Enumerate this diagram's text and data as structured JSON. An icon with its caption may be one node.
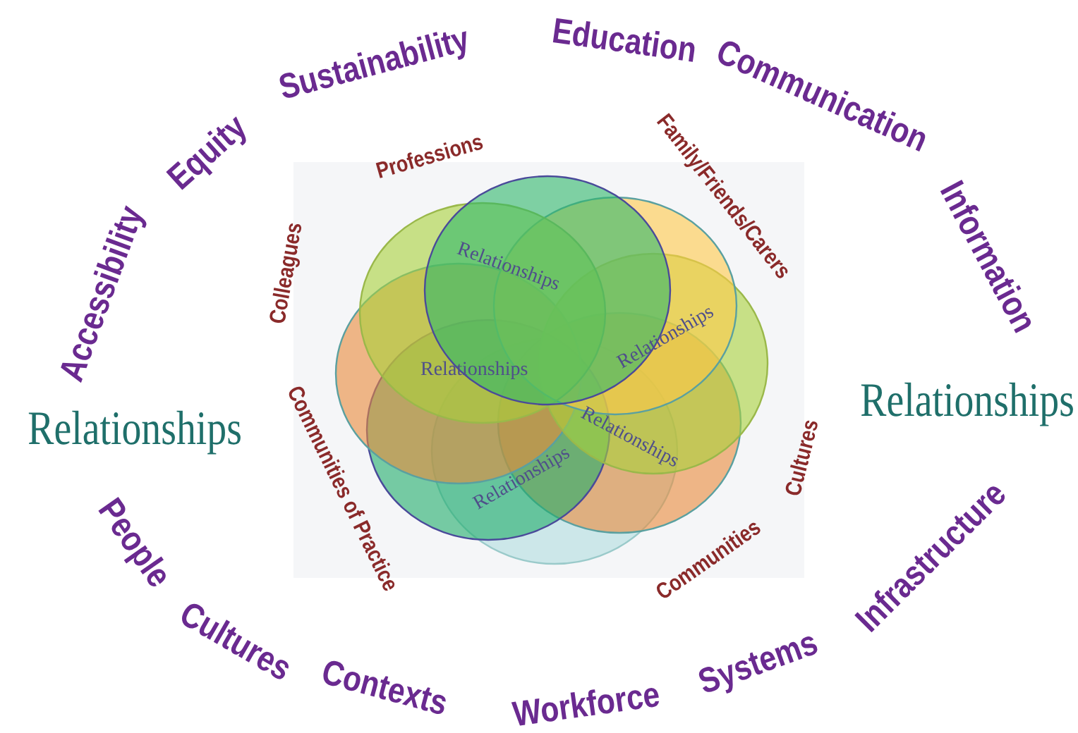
{
  "diagram": {
    "nodes": [
      {
        "text": [],
        "shape": "circle"
      },
      {
        "text": [],
        "shape": "circle"
      },
      {
        "text": [],
        "shape": "circle"
      },
      {
        "text": [],
        "shape": "circle"
      },
      {
        "text": [],
        "shape": "circle"
      },
      {
        "text": [],
        "shape": "circle"
      },
      {
        "text": [],
        "shape": "circle"
      },
      {
        "text": [],
        "shape": "circle"
      }
    ],
    "edges": [],
    "labels": [
      "Sustainability",
      "Education",
      "Communication",
      "Equity",
      "Professions",
      "Family/Friends/Carers",
      "Accessibility",
      "Information",
      "Colleagues",
      "Relationships",
      "Relationships",
      "Relationships",
      "Relationships",
      "Relationships",
      "Relationships",
      "Relationships",
      "Communities of Practice",
      "Cultures",
      "People",
      "Communities",
      "Infrastructure",
      "Cultures",
      "Contexts",
      "Workforce",
      "Systems"
    ]
  }
}
